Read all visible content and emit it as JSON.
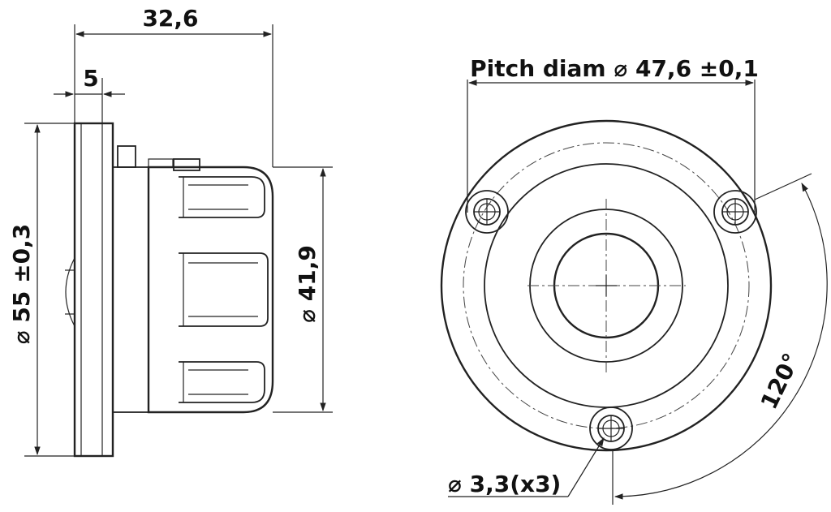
{
  "side_view": {
    "overall_depth": "32,6",
    "flange_thickness": "5",
    "flange_diameter": "55 ±0,3",
    "body_diameter": "41,9"
  },
  "front_view": {
    "pitch_diameter_label": "Pitch diam",
    "pitch_diameter_value": "47,6 ±0,1",
    "hole_spec": "3,3(x3)",
    "angle": "120°"
  },
  "symbols": {
    "diameter": "⌀"
  }
}
